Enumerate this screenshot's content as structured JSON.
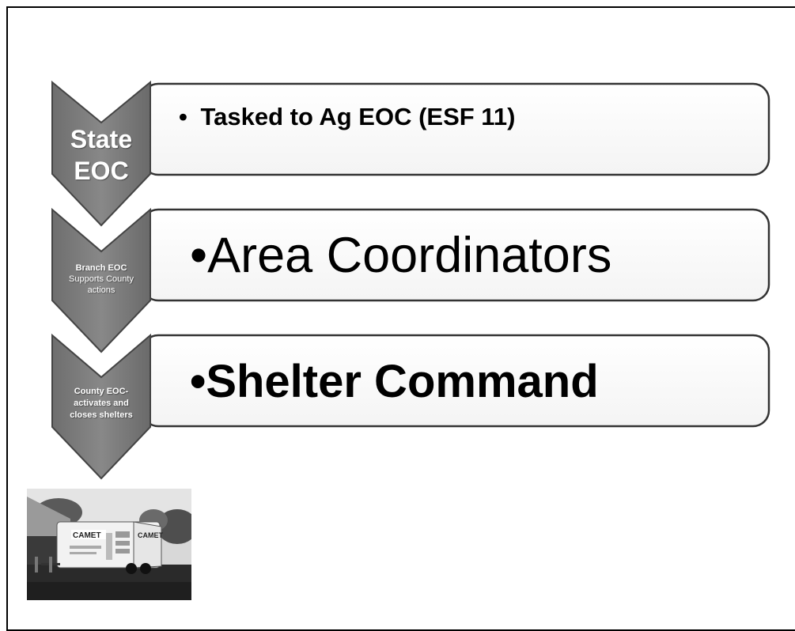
{
  "rows": [
    {
      "chevron_title": "State",
      "chevron_title2": "EOC",
      "bullet": "•",
      "text": "Tasked to Ag EOC (ESF 11)"
    },
    {
      "chevron_title": "Branch EOC",
      "chevron_sub": "Supports County",
      "chevron_sub2": "actions",
      "bullet": "•",
      "text": "Area Coordinators"
    },
    {
      "chevron_title": "County EOC-",
      "chevron_title2": "activates and",
      "chevron_title3": "closes shelters",
      "bullet": "•",
      "text": "Shelter Command"
    }
  ],
  "photo": {
    "trailer_label": "CAMET",
    "trailer_label2": "CAMET"
  },
  "colors": {
    "chevron": "#7a7a7a",
    "chevron_edge": "#444444",
    "box_border": "#333333"
  }
}
